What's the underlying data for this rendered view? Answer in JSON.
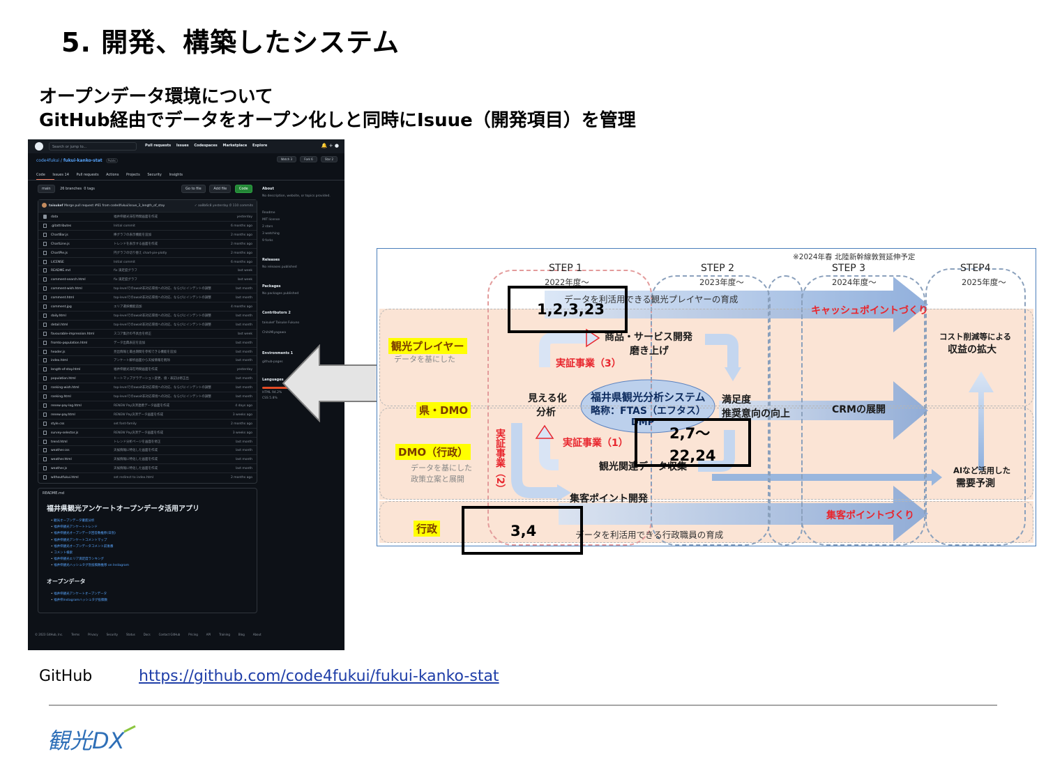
{
  "slide": {
    "title": "5. 開発、構築したシステム",
    "subtitle_line1": "オープンデータ環境について",
    "subtitle_line2": "GitHub経由でデータをオープン化しと同時にIsuue（開発項目）を管理",
    "github_label": "GitHub",
    "github_url": "https://github.com/code4fukui/fukui-kanko-stat",
    "logo_text": "観光DX"
  },
  "github": {
    "search_placeholder": "Search or jump to...",
    "nav": [
      "Pull requests",
      "Issues",
      "Codespaces",
      "Marketplace",
      "Explore"
    ],
    "repo_owner": "code4fukui",
    "repo_name": "fukui-kanko-stat",
    "visibility": "Public",
    "watch": "Watch 3",
    "fork": "Fork 6",
    "star": "Star 2",
    "tabs": [
      "Code",
      "Issues 14",
      "Pull requests",
      "Actions",
      "Projects",
      "Security",
      "Insights"
    ],
    "branch": "main",
    "branches": "26 branches",
    "tags": "0 tags",
    "go_to_file": "Go to file",
    "add_file": "Add file",
    "code_button": "Code",
    "commit_author": "taisukef",
    "commit_message": "Merge pull request #61 from code4fukui/issue_3_length_of_stay",
    "commit_meta": "✓ aa8b6c8 yesterday  ⏱ 110 commits",
    "files": [
      {
        "name": "data",
        "msg": "福井県観光滞在時間画面を作成",
        "age": "yesterday",
        "dir": true
      },
      {
        "name": ".gitattributes",
        "msg": "Initial commit",
        "age": "6 months ago",
        "dir": false
      },
      {
        "name": "ChartBar.js",
        "msg": "棒グラフの表示機能を追加",
        "age": "2 months ago",
        "dir": false
      },
      {
        "name": "ChartLine.js",
        "msg": "トレンドを表示する画面を作成",
        "age": "2 months ago",
        "dir": false
      },
      {
        "name": "ChartPie.js",
        "msg": "円グラフの切り替え chart-pie-plotly",
        "age": "2 months ago",
        "dir": false
      },
      {
        "name": "LICENSE",
        "msg": "Initial commit",
        "age": "6 months ago",
        "dir": false
      },
      {
        "name": "README.md",
        "msg": "fix 満足度グラフ",
        "age": "last week",
        "dir": false
      },
      {
        "name": "comment-search.html",
        "msg": "fix 満足度グラフ",
        "age": "last week",
        "dir": false
      },
      {
        "name": "comment-wish.html",
        "msg": "top-levelでのawait非対応環境への対応、ならびにインデントの調整",
        "age": "last month",
        "dir": false
      },
      {
        "name": "comment.html",
        "msg": "top-levelでのawait非対応環境への対応、ならびにインデントの調整",
        "age": "last month",
        "dir": false
      },
      {
        "name": "comment.jpg",
        "msg": "エリア選択機能追加",
        "age": "4 months ago",
        "dir": false
      },
      {
        "name": "daily.html",
        "msg": "top-levelでのawait非対応環境への対応、ならびにインデントの調整",
        "age": "last month",
        "dir": false
      },
      {
        "name": "detail.html",
        "msg": "top-levelでのawait非対応環境への対応、ならびにインデントの調整",
        "age": "last month",
        "dir": false
      },
      {
        "name": "favourable-impression.html",
        "msg": "スコア集計の不具合を修正",
        "age": "last week",
        "dir": false
      },
      {
        "name": "fromto-population.html",
        "msg": "データ出典表記を追加",
        "age": "last month",
        "dir": false
      },
      {
        "name": "header.js",
        "msg": "見出情報と最古期間を参照できる機能を追加",
        "age": "last month",
        "dir": false
      },
      {
        "name": "index.html",
        "msg": "アンケート解析画面から天候情報を削除",
        "age": "last month",
        "dir": false
      },
      {
        "name": "length-of-stay.html",
        "msg": "福井県観光滞在時間画面を作成",
        "age": "yesterday",
        "dir": false
      },
      {
        "name": "population.html",
        "msg": "ヒートマップグラデーション変更、値・表記は修正出",
        "age": "last month",
        "dir": false
      },
      {
        "name": "ranking-wish.html",
        "msg": "top-levelでのawait非対応環境への対応、ならびにインデントの調整",
        "age": "last month",
        "dir": false
      },
      {
        "name": "ranking.html",
        "msg": "top-levelでのawait非対応環境への対応、ならびにインデントの調整",
        "age": "last month",
        "dir": false
      },
      {
        "name": "renew-pay-log.html",
        "msg": "RENEW Pay決済連携データ画面を作成",
        "age": "4 days ago",
        "dir": false
      },
      {
        "name": "renew-pay.html",
        "msg": "RENEW Pay決済データ画面を作成",
        "age": "3 weeks ago",
        "dir": false
      },
      {
        "name": "style.css",
        "msg": "set font-family",
        "age": "2 months ago",
        "dir": false
      },
      {
        "name": "survey-selector.js",
        "msg": "RENEW Pay決済データ画面を作成",
        "age": "3 weeks ago",
        "dir": false
      },
      {
        "name": "trend.html",
        "msg": "トレンド分析ページを画面を修正",
        "age": "last month",
        "dir": false
      },
      {
        "name": "weather.css",
        "msg": "天候情報に特化した画面を作成",
        "age": "last month",
        "dir": false
      },
      {
        "name": "weather.html",
        "msg": "天候情報に特化した画面を作成",
        "age": "last month",
        "dir": false
      },
      {
        "name": "weather.js",
        "msg": "天候情報に特化した画面を作成",
        "age": "last month",
        "dir": false
      },
      {
        "name": "withoutfukui.html",
        "msg": "set redirect to index.html",
        "age": "2 months ago",
        "dir": false
      }
    ],
    "readme_header": "README.md",
    "readme_title": "福井県観光アンケートオープンデータ活用アプリ",
    "readme_links": [
      "観光オープンデータ徹底分析",
      "福井県観光アンケートトレンド",
      "福井県観光オープンデータ回答数推移(日別)",
      "福井県観光アンケートコメントマップ",
      "福井県観光オープンデータコメント前後番",
      "コメント検索",
      "福井県観光エリア満足度ランキング",
      "福井県観光ハッシュタグ別投稿数推移 on Instagram"
    ],
    "opendata_title": "オープンデータ",
    "opendata_links": [
      "福井県観光アンケートオープンデータ",
      "福井県Instagramハッシュタグ投稿数"
    ],
    "sidebar": {
      "about_title": "About",
      "about_text": "No description, website, or topics provided.",
      "about_items": [
        "Readme",
        "MIT license",
        "2 stars",
        "3 watching",
        "9 forks"
      ],
      "releases_title": "Releases",
      "releases_text": "No releases published",
      "packages_title": "Packages",
      "packages_text": "No packages published",
      "contributors_title": "Contributors 2",
      "contributors": [
        "taisukef Taisuke Fukuno",
        "ChihiMiyagawa"
      ],
      "environments_title": "Environments 1",
      "environment": "github-pages",
      "languages_title": "Languages",
      "languages": [
        "HTML 94.2%",
        "CSS 5.8%"
      ]
    },
    "footer": [
      "© 2023 GitHub, Inc.",
      "Terms",
      "Privacy",
      "Security",
      "Status",
      "Docs",
      "Contact GitHub",
      "Pricing",
      "API",
      "Training",
      "Blog",
      "About"
    ]
  },
  "diagram": {
    "note": "※2024年春 北陸新幹線敦賀延伸予定",
    "steps": [
      {
        "label": "STEP 1",
        "year": "2022年度～"
      },
      {
        "label": "STEP 2",
        "year": "2023年度～"
      },
      {
        "label": "STEP 3",
        "year": "2024年度～"
      },
      {
        "label": "STEP4",
        "year": "2025年度～"
      }
    ],
    "row1_text": "データを利活用できる観光プレイヤーの育成",
    "cashpoint": "キャッシュポイントづくり",
    "shupoint": "集客ポイントづくり",
    "player_label": "観光プレイヤー",
    "player_sub": "データを基にした",
    "dmo_label": "県・DMO",
    "dmo_gov_label": "DMO（行政）",
    "dmo_gov_sub1": "データを基にした",
    "dmo_gov_sub2": "政策立案と展開",
    "gov_label": "行政",
    "gov_text": "データを利活用できる行政職員の育成",
    "product_dev_1": "商品・サービス開発",
    "product_dev_2": "磨き上げ",
    "jissho3": "実証事業（3）",
    "jissho1": "実証事業（1）",
    "jissho2": "実証事業（2）",
    "visual_1": "見える化",
    "visual_2": "分析",
    "center_1": "福井県観光分析システム",
    "center_2": "略称：FTAS（エフタス）",
    "dmp": "DMP",
    "satisfaction_1": "満足度",
    "satisfaction_2": "推奨意向の向上",
    "crm": "CRMの展開",
    "kanko_data": "観光関連データ収集",
    "shukaku_dev": "集客ポイント開発",
    "cost_1": "コスト削減等による",
    "cost_2": "収益の拡大",
    "ai_1": "AIなど活用した",
    "ai_2": "需要予測",
    "box1": "1,2,3,23",
    "box2_l1": "2,7～",
    "box2_l2": "22,24",
    "box3": "3,4"
  }
}
